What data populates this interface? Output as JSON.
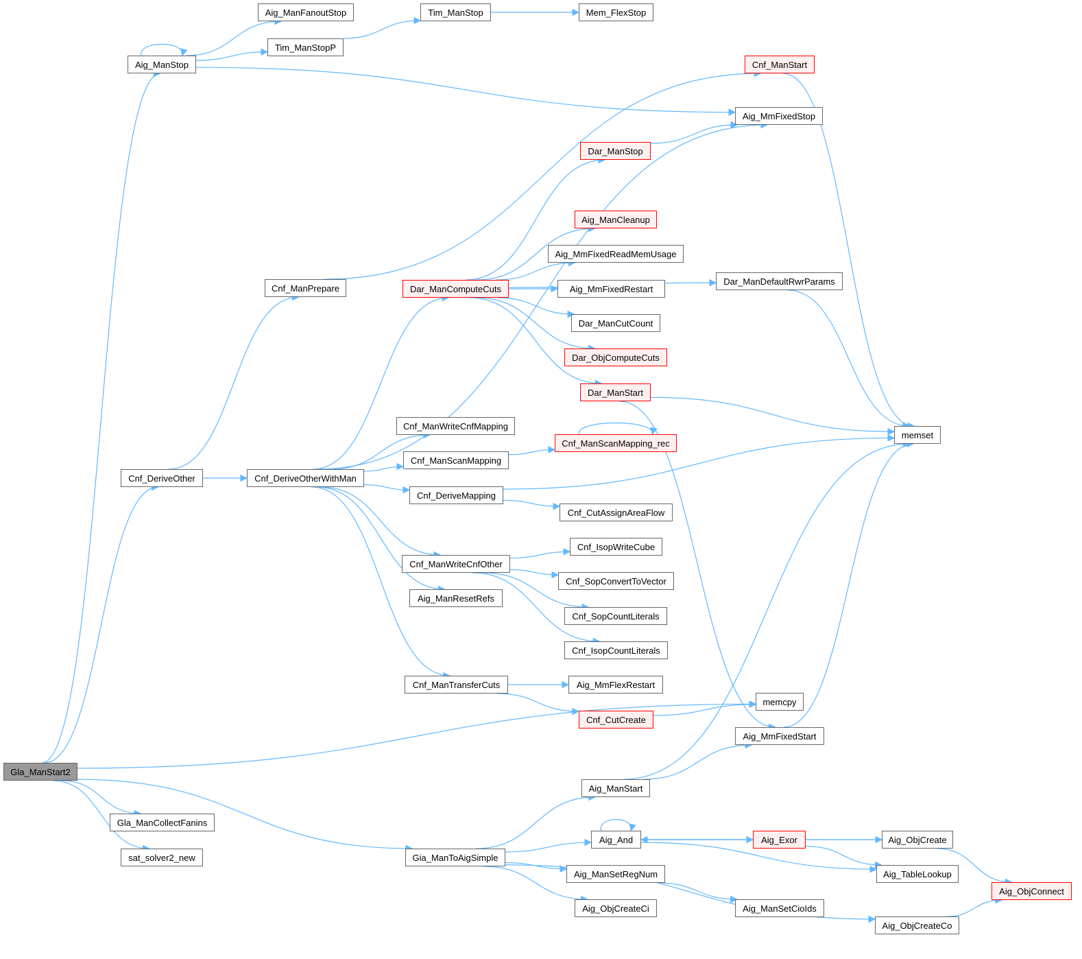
{
  "graph": {
    "title": "Call graph of Gla_ManStart2",
    "edge_color": "#63b8ff",
    "nodes": [
      {
        "label": "Gla_ManStart2",
        "kind": "root"
      },
      {
        "label": "Aig_ManStop",
        "kind": "normal"
      },
      {
        "label": "Aig_ManFanoutStop",
        "kind": "normal"
      },
      {
        "label": "Tim_ManStopP",
        "kind": "normal"
      },
      {
        "label": "Tim_ManStop",
        "kind": "normal"
      },
      {
        "label": "Mem_FlexStop",
        "kind": "normal"
      },
      {
        "label": "Cnf_ManStart",
        "kind": "red"
      },
      {
        "label": "Aig_MmFixedStop",
        "kind": "normal"
      },
      {
        "label": "Dar_ManStop",
        "kind": "red"
      },
      {
        "label": "Aig_ManCleanup",
        "kind": "red"
      },
      {
        "label": "Aig_MmFixedReadMemUsage",
        "kind": "normal"
      },
      {
        "label": "Dar_ManDefaultRwrParams",
        "kind": "normal"
      },
      {
        "label": "Cnf_ManPrepare",
        "kind": "normal"
      },
      {
        "label": "Dar_ManComputeCuts",
        "kind": "red"
      },
      {
        "label": "Aig_MmFixedRestart",
        "kind": "normal"
      },
      {
        "label": "Dar_ManCutCount",
        "kind": "normal"
      },
      {
        "label": "Dar_ObjComputeCuts",
        "kind": "red"
      },
      {
        "label": "Dar_ManStart",
        "kind": "red"
      },
      {
        "label": "Cnf_ManWriteCnfMapping",
        "kind": "normal"
      },
      {
        "label": "Cnf_ManScanMapping_rec",
        "kind": "red"
      },
      {
        "label": "memset",
        "kind": "normal"
      },
      {
        "label": "Cnf_DeriveOther",
        "kind": "normal"
      },
      {
        "label": "Cnf_DeriveOtherWithMan",
        "kind": "normal"
      },
      {
        "label": "Cnf_ManScanMapping",
        "kind": "normal"
      },
      {
        "label": "Cnf_DeriveMapping",
        "kind": "normal"
      },
      {
        "label": "Cnf_CutAssignAreaFlow",
        "kind": "normal"
      },
      {
        "label": "Cnf_IsopWriteCube",
        "kind": "normal"
      },
      {
        "label": "Cnf_ManWriteCnfOther",
        "kind": "normal"
      },
      {
        "label": "Cnf_SopConvertToVector",
        "kind": "normal"
      },
      {
        "label": "Aig_ManResetRefs",
        "kind": "normal"
      },
      {
        "label": "Cnf_SopCountLiterals",
        "kind": "normal"
      },
      {
        "label": "Cnf_IsopCountLiterals",
        "kind": "normal"
      },
      {
        "label": "Cnf_ManTransferCuts",
        "kind": "normal"
      },
      {
        "label": "Aig_MmFlexRestart",
        "kind": "normal"
      },
      {
        "label": "memcpy",
        "kind": "normal"
      },
      {
        "label": "Cnf_CutCreate",
        "kind": "red"
      },
      {
        "label": "Aig_MmFixedStart",
        "kind": "normal"
      },
      {
        "label": "Aig_ManStart",
        "kind": "normal"
      },
      {
        "label": "Gla_ManCollectFanins",
        "kind": "normal"
      },
      {
        "label": "Aig_And",
        "kind": "normal"
      },
      {
        "label": "Aig_Exor",
        "kind": "red"
      },
      {
        "label": "Aig_ObjCreate",
        "kind": "normal"
      },
      {
        "label": "sat_solver2_new",
        "kind": "normal"
      },
      {
        "label": "Gia_ManToAigSimple",
        "kind": "normal"
      },
      {
        "label": "Aig_ManSetRegNum",
        "kind": "normal"
      },
      {
        "label": "Aig_TableLookup",
        "kind": "normal"
      },
      {
        "label": "Aig_ObjConnect",
        "kind": "red"
      },
      {
        "label": "Aig_ObjCreateCi",
        "kind": "normal"
      },
      {
        "label": "Aig_ManSetCioIds",
        "kind": "normal"
      },
      {
        "label": "Aig_ObjCreateCo",
        "kind": "normal"
      }
    ]
  }
}
